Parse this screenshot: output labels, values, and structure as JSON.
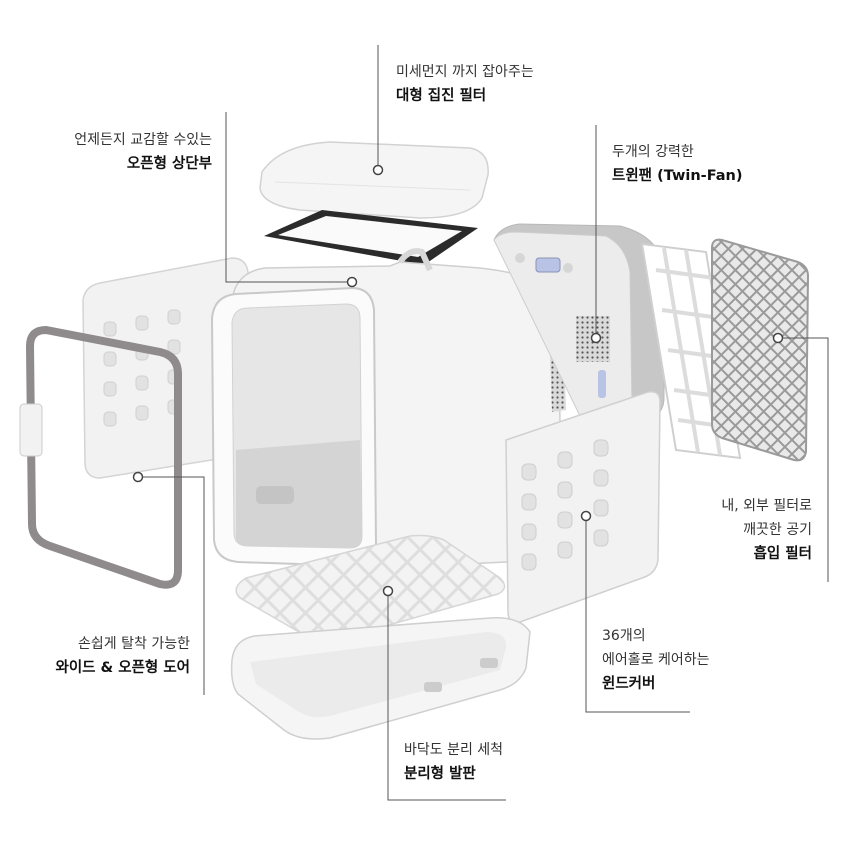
{
  "labels": {
    "top_filter": {
      "line1": "미세먼지 까지 잡아주는",
      "line2": "대형 집진 필터"
    },
    "top_part": {
      "line1": "언제든지 교감할 수있는",
      "line2": "오픈형 상단부"
    },
    "twin_fan": {
      "line1": "두개의 강력한",
      "line2": "트윈팬 (Twin-Fan)"
    },
    "intake_filter": {
      "line1": "내, 외부 필터로",
      "line2": "깨끗한 공기",
      "line3": "흡입 필터"
    },
    "wind_cover": {
      "line1": "36개의",
      "line2": "에어홀로 케어하는",
      "line3": "윈드커버"
    },
    "door": {
      "line1": "손쉽게 탈착 가능한",
      "line2": "와이드 & 오픈형 도어"
    },
    "floor": {
      "line1": "바닥도 분리 세척",
      "line2": "분리형 발판"
    }
  },
  "colors": {
    "body": "#f4f4f4",
    "outline": "#cfcfcf",
    "gasket": "#8f8a8c",
    "filter_dark": "#2b2b2b",
    "fan_unit": "#c7c7c7",
    "leader_line": "#555555"
  }
}
